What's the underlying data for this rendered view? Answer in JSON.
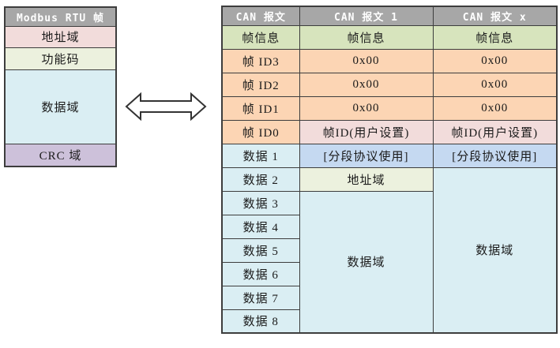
{
  "left_table": {
    "header": "Modbus RTU 帧",
    "rows": [
      {
        "label": "地址域"
      },
      {
        "label": "功能码"
      },
      {
        "label": "数据域"
      },
      {
        "label": "CRC 域"
      }
    ]
  },
  "arrow": {
    "meaning": "bidirectional-conversion"
  },
  "right_table": {
    "headers": [
      "CAN 报文",
      "CAN 报文 1",
      "CAN 报文 x"
    ],
    "rows": [
      {
        "c0": "帧信息",
        "c1": "帧信息",
        "c2": "帧信息"
      },
      {
        "c0": "帧 ID3",
        "c1": "0x00",
        "c2": "0x00"
      },
      {
        "c0": "帧 ID2",
        "c1": "0x00",
        "c2": "0x00"
      },
      {
        "c0": "帧 ID1",
        "c1": "0x00",
        "c2": "0x00"
      },
      {
        "c0": "帧 ID0",
        "c1": "帧ID(用户设置)",
        "c2": "帧ID(用户设置)"
      },
      {
        "c0": "数据 1",
        "c1": "[分段协议使用]",
        "c2": "[分段协议使用]"
      },
      {
        "c0": "数据 2",
        "c1": "地址域",
        "c2": "数据域"
      },
      {
        "c0": "数据 3",
        "c1": "数据域"
      },
      {
        "c0": "数据 4"
      },
      {
        "c0": "数据 5"
      },
      {
        "c0": "数据 6"
      },
      {
        "c0": "数据 7"
      },
      {
        "c0": "数据 8"
      }
    ]
  },
  "colors": {
    "header_gray": "#a7a7a7",
    "header_text": "#ffffff",
    "pink": "#f2dcdb",
    "pale_green": "#ecf1de",
    "light_blue": "#daeef3",
    "purple": "#cdc1da",
    "green": "#d7e4bd",
    "orange": "#fcd5b4",
    "blue": "#c5d9f1",
    "border": "#3d3d3d"
  }
}
